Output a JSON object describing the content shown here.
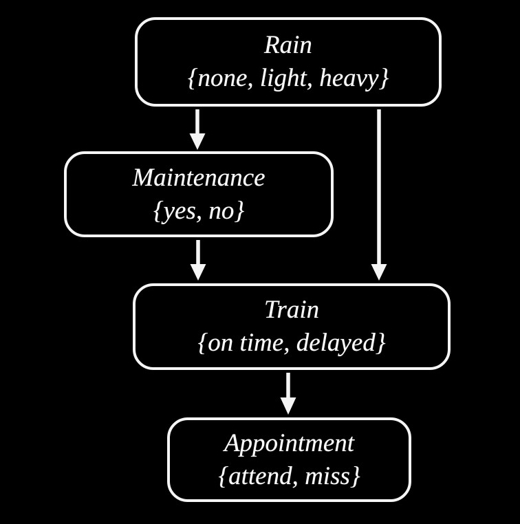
{
  "diagram": {
    "type": "bayesian-network",
    "background_color": "#000000",
    "node_border_color": "#ffffff",
    "node_fill_color": "#000000",
    "text_color": "#ffffff",
    "edge_color": "#ffffff",
    "nodes": [
      {
        "id": "rain",
        "name": "Rain",
        "domain": "{none, light, heavy}"
      },
      {
        "id": "maintenance",
        "name": "Maintenance",
        "domain": "{yes, no}"
      },
      {
        "id": "train",
        "name": "Train",
        "domain": "{on time, delayed}"
      },
      {
        "id": "appointment",
        "name": "Appointment",
        "domain": "{attend, miss}"
      }
    ],
    "edges": [
      {
        "from": "Rain",
        "to": "Maintenance"
      },
      {
        "from": "Rain",
        "to": "Train"
      },
      {
        "from": "Maintenance",
        "to": "Train"
      },
      {
        "from": "Train",
        "to": "Appointment"
      }
    ]
  }
}
